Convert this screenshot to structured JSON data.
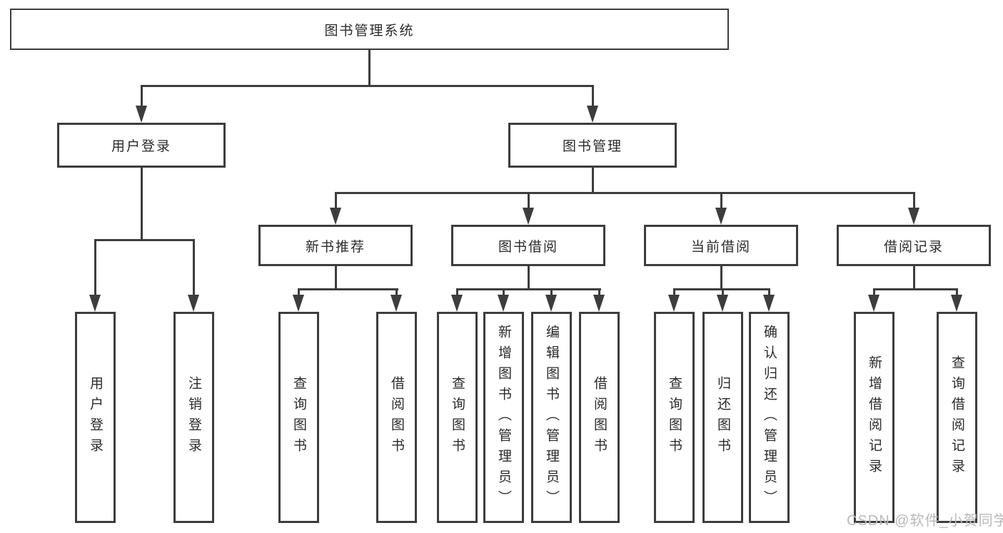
{
  "diagram": {
    "root": {
      "label": "图书管理系统"
    },
    "branches": [
      {
        "label": "用户登录",
        "children": [
          "用户登录",
          "注销登录"
        ]
      },
      {
        "label": "图书管理",
        "children": [
          {
            "label": "新书推荐",
            "children": [
              "查询图书",
              "借阅图书"
            ]
          },
          {
            "label": "图书借阅",
            "children": [
              "查询图书",
              "新增图书（管理员）",
              "编辑图书（管理员）",
              "借阅图书"
            ]
          },
          {
            "label": "当前借阅",
            "children": [
              "查询图书",
              "归还图书",
              "确认归还（管理员）"
            ]
          },
          {
            "label": "借阅记录",
            "children": [
              "新增借阅记录",
              "查询借阅记录"
            ]
          }
        ]
      }
    ],
    "line_color": "#3d3d3d"
  },
  "watermark": {
    "text": "CSDN @软件_小贺同学",
    "color": "#b9b9b9"
  }
}
